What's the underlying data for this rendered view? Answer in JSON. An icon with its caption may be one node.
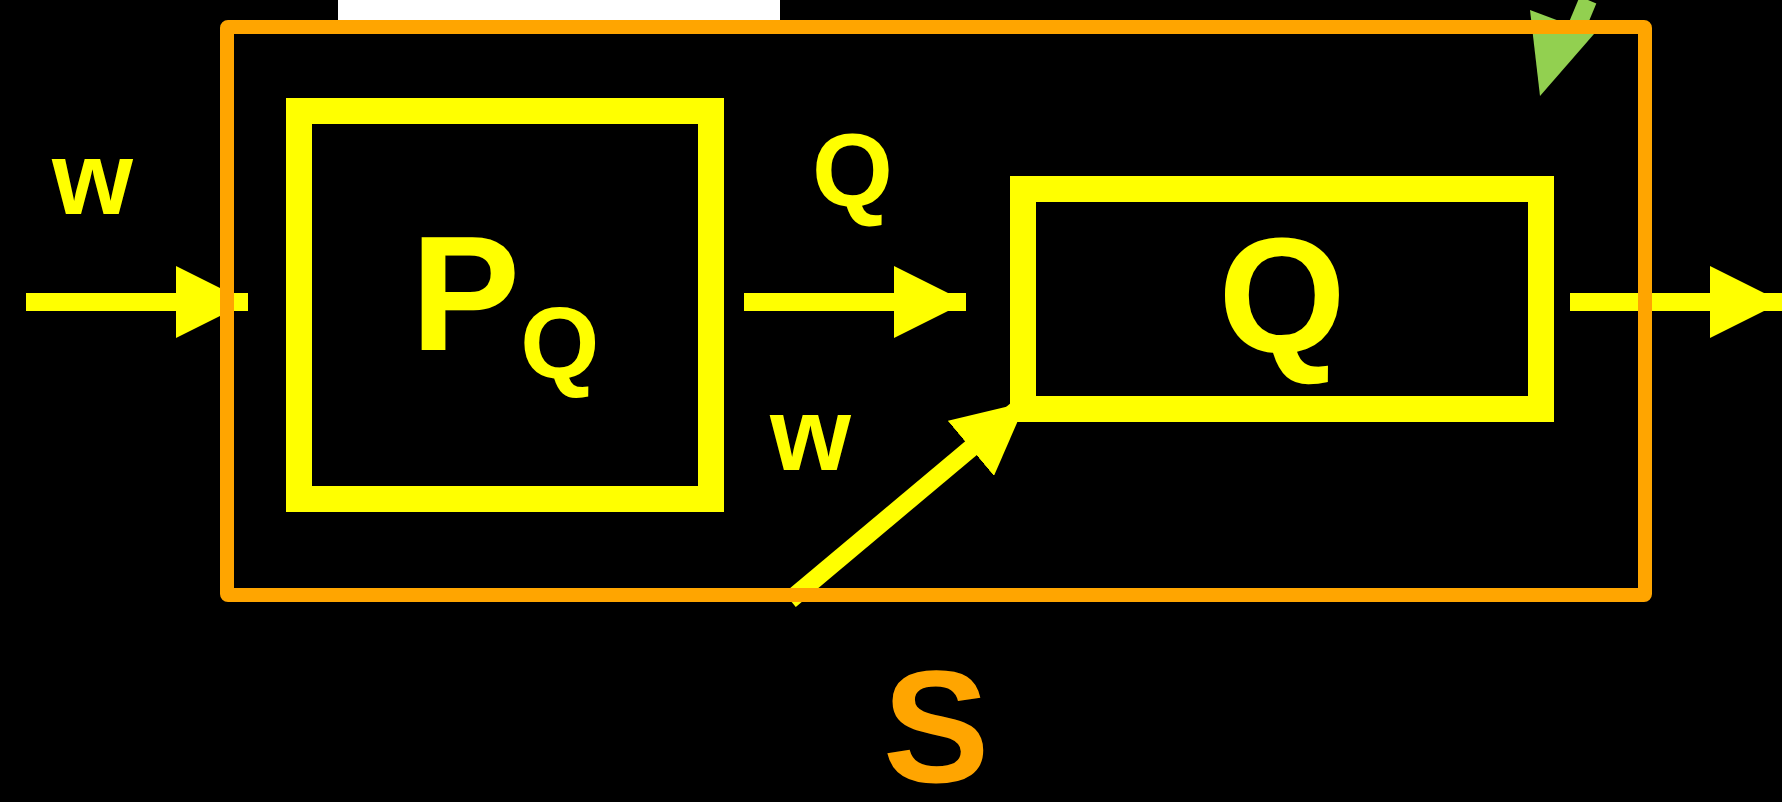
{
  "diagram": {
    "nodes": [
      {
        "text": [
          "S"
        ]
      },
      {
        "text": [
          "P$_{Q}$"
        ],
        "in": 0
      },
      {
        "text": [
          "Q"
        ],
        "in": 0
      }
    ],
    "edges": [
      {
        "from": null,
        "to": 0,
        "arrow": "to",
        "label": "w"
      },
      {
        "from": 1,
        "to": 2,
        "arrow": "to",
        "label": "Q"
      },
      {
        "from": null,
        "to": 2,
        "arrow": "to",
        "label": "w"
      },
      {
        "from": 2,
        "to": null,
        "arrow": "to"
      }
    ]
  }
}
